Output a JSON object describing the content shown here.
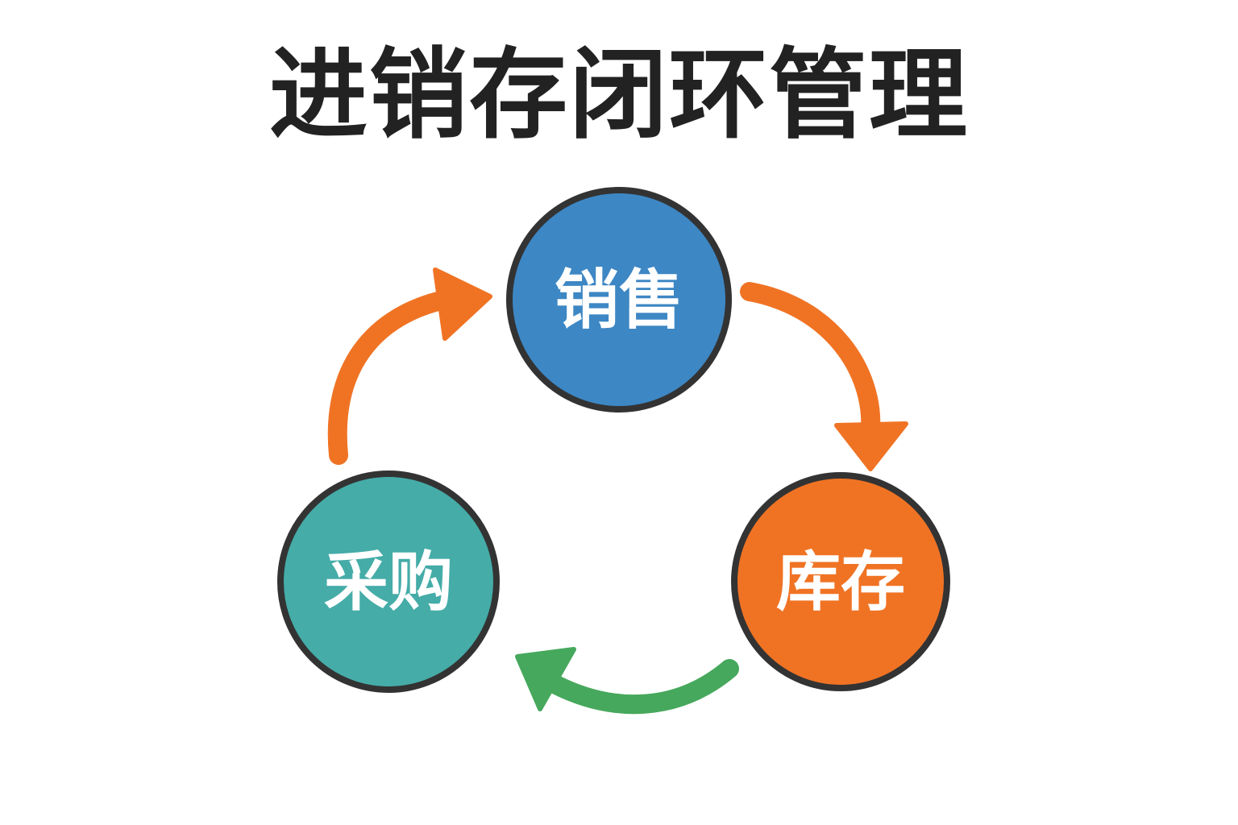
{
  "title": "进销存闭环管理",
  "nodes": [
    {
      "id": "sales",
      "label": "销售",
      "color": "#3d87c4"
    },
    {
      "id": "purchase",
      "label": "采购",
      "color": "#45aca8"
    },
    {
      "id": "inventory",
      "label": "库存",
      "color": "#f07324"
    }
  ],
  "colors": {
    "border": "#333333",
    "arrow_orange": "#f07324",
    "arrow_green": "#46a85c"
  },
  "edges": [
    {
      "from": "purchase",
      "to": "sales",
      "color": "#f07324"
    },
    {
      "from": "sales",
      "to": "inventory",
      "color": "#f07324"
    },
    {
      "from": "inventory",
      "to": "purchase",
      "color": "#46a85c"
    }
  ]
}
